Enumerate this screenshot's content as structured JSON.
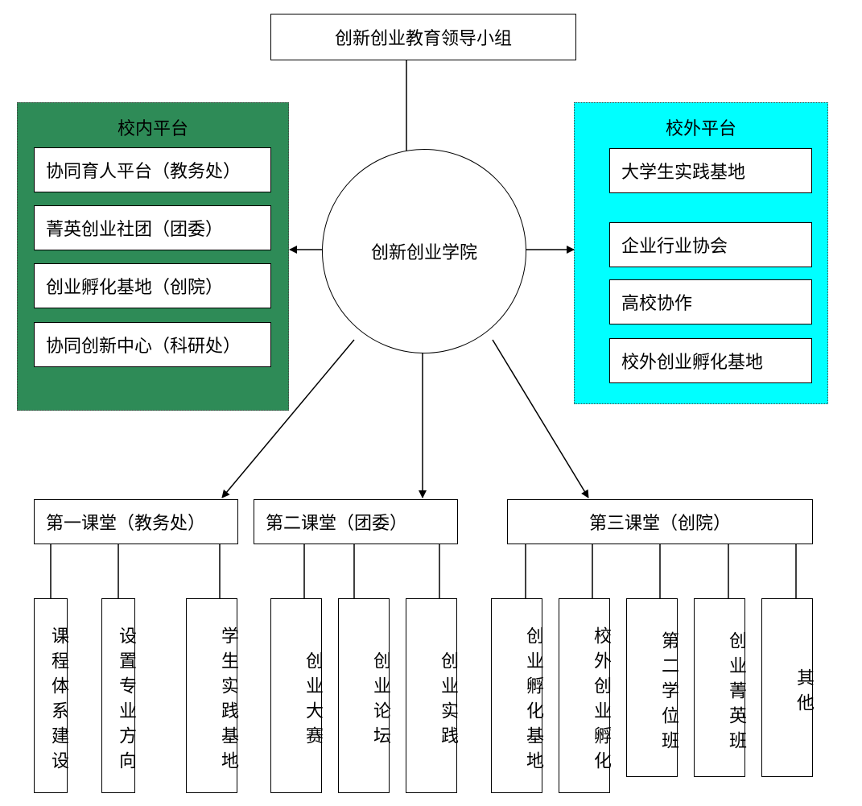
{
  "top": "创新创业教育领导小组",
  "center": "创新创业学院",
  "inner": {
    "title": "校内平台",
    "color": "#2e8b57",
    "items": [
      "协同育人平台（教务处）",
      "菁英创业社团（团委）",
      "创业孵化基地（创院）",
      "协同创新中心（科研处）"
    ]
  },
  "outer": {
    "title": "校外平台",
    "color": "#00ffff",
    "items": [
      "大学生实践基地",
      "企业行业协会",
      "高校协作",
      "校外创业孵化基地"
    ]
  },
  "classrooms": {
    "c1": {
      "label": "第一课堂（教务处）",
      "items": [
        "课程体系建设",
        "设置专业方向",
        "学生实践基地"
      ]
    },
    "c2": {
      "label": "第二课堂（团委）",
      "items": [
        "创业大赛",
        "创业论坛",
        "创业实践"
      ]
    },
    "c3": {
      "label": "第三课堂（创院）",
      "items": [
        "创业孵化基地",
        "校外创业孵化",
        "第二学位班",
        "创业菁英班",
        "其他"
      ]
    }
  }
}
